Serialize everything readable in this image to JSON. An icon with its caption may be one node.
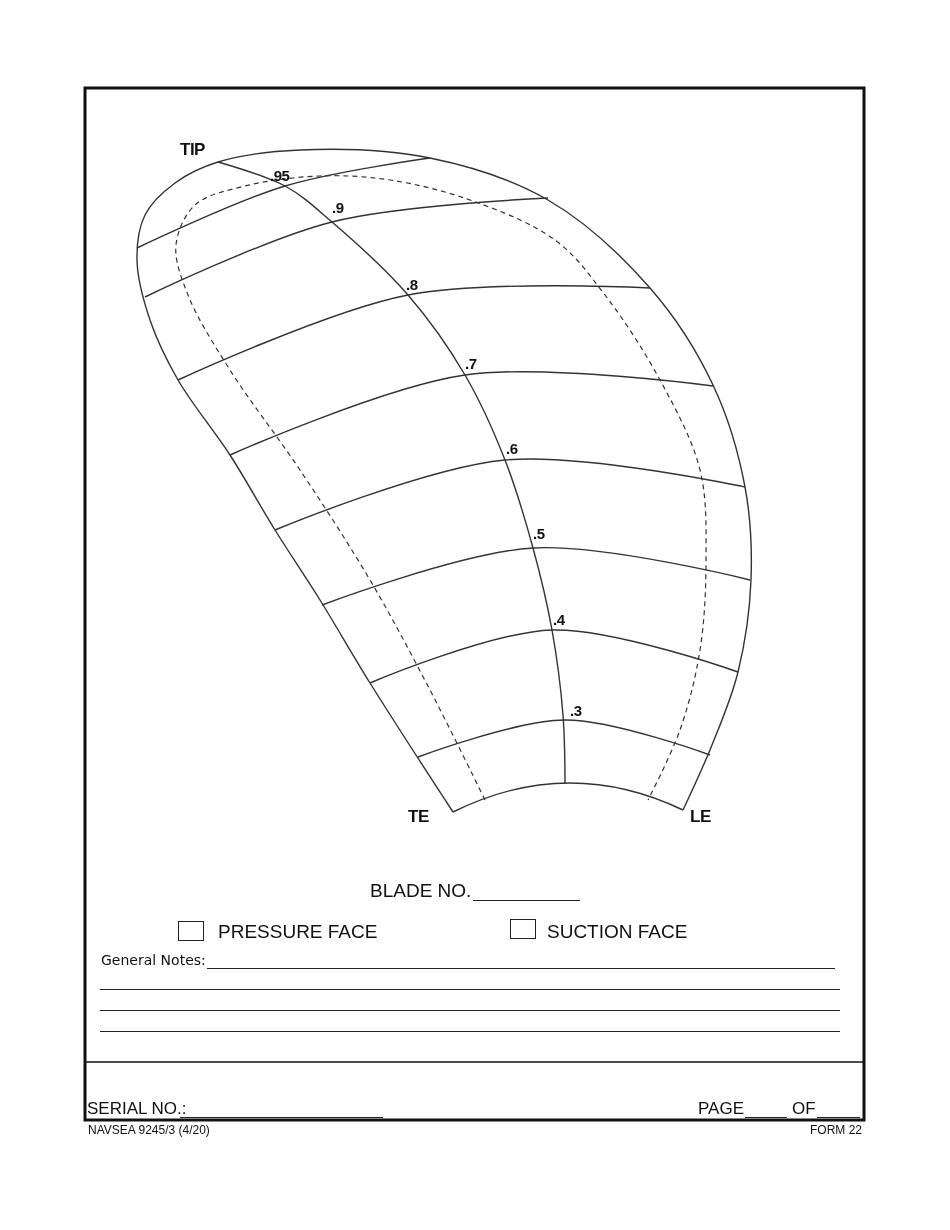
{
  "diagram": {
    "labels": [
      "TIP",
      ".95",
      ".9",
      ".8",
      ".7",
      ".6",
      ".5",
      ".4",
      ".3",
      "TE",
      "LE",
      "BLADE NO.",
      "PRESSURE FACE",
      "SUCTION FACE",
      "General Notes:",
      "SERIAL NO.:",
      "PAGE",
      "OF",
      "NAVSEA 9245/3 (4/20)",
      "FORM 22"
    ]
  }
}
